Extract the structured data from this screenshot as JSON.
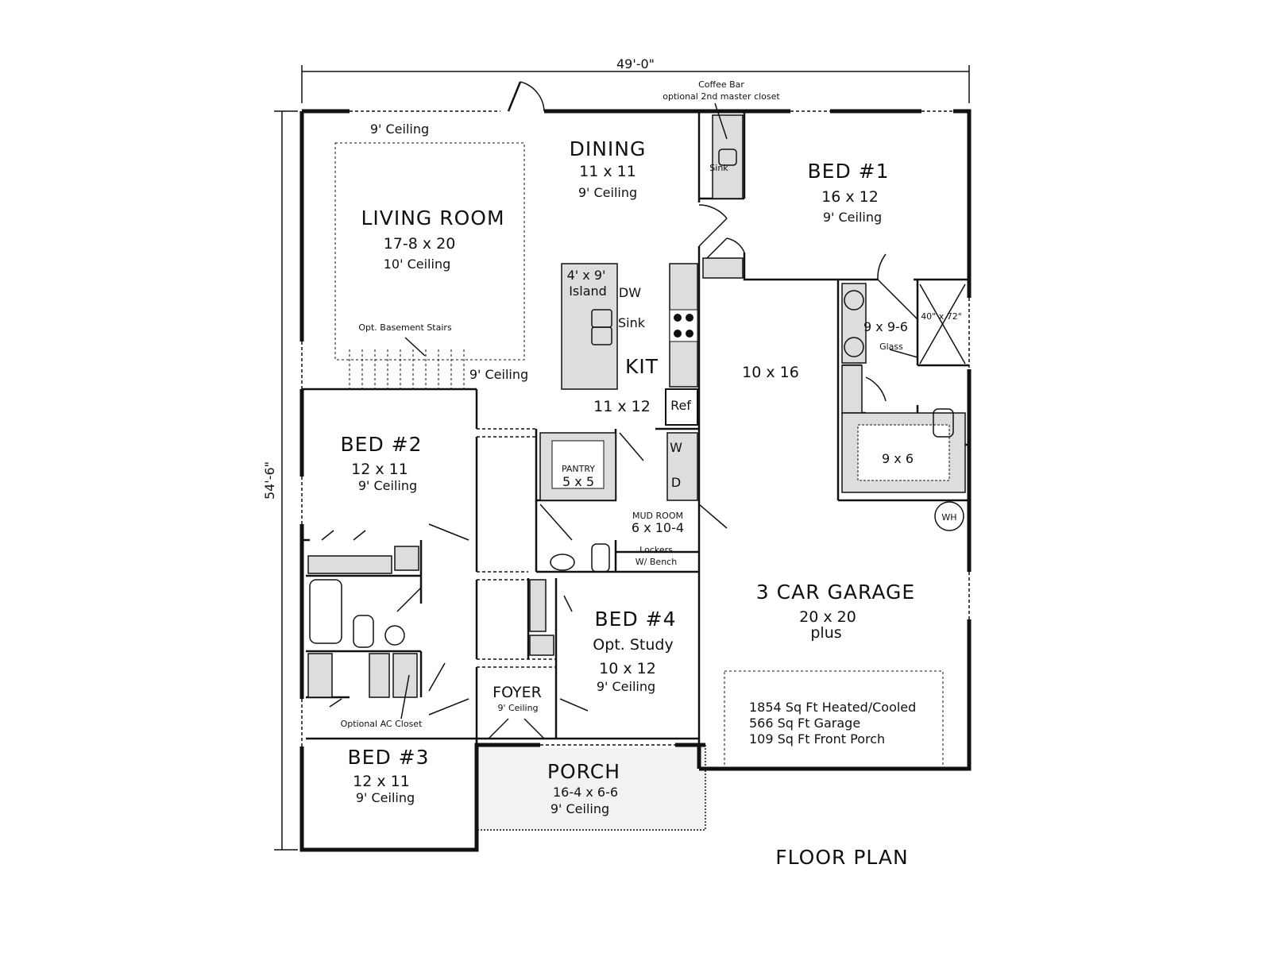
{
  "dimensions": {
    "width": "49'-0\"",
    "depth": "54'-6\""
  },
  "notes": {
    "coffee_bar": "Coffee Bar",
    "coffee_bar_sub": "optional 2nd master closet",
    "basement_stairs": "Opt. Basement Stairs",
    "ac_closet": "Optional AC Closet",
    "glass": "Glass",
    "shower": "40\" x 72\"",
    "lockers": "Lockers",
    "bench": "W/ Bench",
    "wh": "WH",
    "sink": "Sink",
    "dw": "DW",
    "ref": "Ref",
    "washer": "W",
    "dryer": "D",
    "island": "4' x 9'",
    "island_label": "Island",
    "ceiling_living_top": "9' Ceiling",
    "ceiling_kitchen": "9' Ceiling"
  },
  "rooms": {
    "living": {
      "name": "LIVING ROOM",
      "size": "17-8 x 20",
      "ceiling": "10' Ceiling"
    },
    "dining": {
      "name": "DINING",
      "size": "11 x 11",
      "ceiling": "9' Ceiling"
    },
    "bed1": {
      "name": "BED #1",
      "size": "16 x 12",
      "ceiling": "9' Ceiling"
    },
    "kitchen": {
      "name": "KIT",
      "size": "11 x 12"
    },
    "master_bath": {
      "size": "9 x 9-6"
    },
    "master_closet": {
      "size": "9 x 6"
    },
    "bonus": {
      "size": "10 x 16"
    },
    "bed2": {
      "name": "BED #2",
      "size": "12 x 11",
      "ceiling": "9' Ceiling"
    },
    "pantry": {
      "name": "PANTRY",
      "size": "5 x 5"
    },
    "mud": {
      "name": "MUD ROOM",
      "size": "6 x 10-4"
    },
    "bed4": {
      "name": "BED #4",
      "sub": "Opt. Study",
      "size": "10 x 12",
      "ceiling": "9' Ceiling"
    },
    "foyer": {
      "name": "FOYER",
      "ceiling": "9' Ceiling"
    },
    "bed3": {
      "name": "BED #3",
      "size": "12 x 11",
      "ceiling": "9' Ceiling"
    },
    "porch": {
      "name": "PORCH",
      "size": "16-4 x 6-6",
      "ceiling": "9' Ceiling"
    },
    "garage": {
      "name": "3 CAR GARAGE",
      "size": "20 x 20",
      "sub": "plus"
    }
  },
  "areas": [
    "1854 Sq Ft Heated/Cooled",
    "566 Sq Ft Garage",
    "109 Sq Ft Front Porch"
  ],
  "title": "FLOOR PLAN"
}
